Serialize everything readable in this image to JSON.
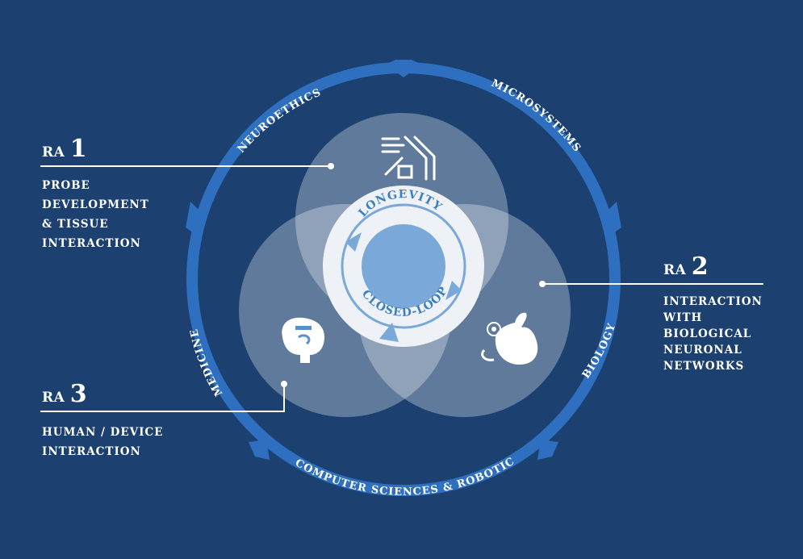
{
  "ring_labels": {
    "top_left": "NEUROETHICS",
    "top_right": "MICROSYSTEMS",
    "left": "MEDICINE",
    "right": "BIOLOGY",
    "bottom": "COMPUTER SCIENCES & ROBOTICS"
  },
  "center": {
    "top": "LONGEVITY",
    "bottom": "CLOSED-LOOP"
  },
  "research_areas": [
    {
      "prefix": "RA",
      "number": "1",
      "lines": [
        "PROBE",
        "DEVELOPMENT",
        "& TISSUE",
        "INTERACTION"
      ]
    },
    {
      "prefix": "RA",
      "number": "2",
      "lines": [
        "INTERACTION",
        "WITH",
        "BIOLOGICAL",
        "NEURONAL",
        "NETWORKS"
      ]
    },
    {
      "prefix": "RA",
      "number": "3",
      "lines": [
        "HUMAN / DEVICE",
        "INTERACTION"
      ]
    }
  ],
  "icons": [
    "microchip-probe-icon",
    "brain-implant-icon",
    "mouse-neuron-icon"
  ],
  "colors": {
    "background": "#1c4170",
    "ring": "#2f6fbf",
    "circle_fill": "#6f9fd3",
    "center_disk": "#eef2f6",
    "center_text": "#3a7fc4"
  }
}
